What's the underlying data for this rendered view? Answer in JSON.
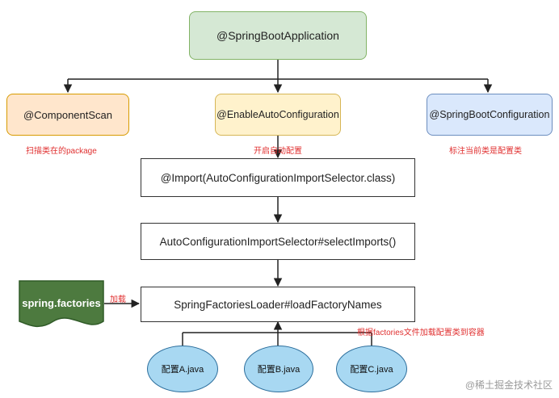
{
  "colors": {
    "app_fill": "#d5e8d4",
    "app_border": "#82b366",
    "scan_fill": "#ffe6cc",
    "scan_border": "#d79b00",
    "enable_fill": "#fff2cc",
    "enable_border": "#d6b656",
    "config_fill": "#dae8fc",
    "config_border": "#6c8ebf",
    "factories_fill": "#4d7a3f",
    "note_red": "#e03030",
    "java_fill": "#a8d8f2",
    "java_border": "#2c6e9c"
  },
  "nodes": {
    "app": "@SpringBootApplication",
    "scan": "@ComponentScan",
    "enable": "@EnableAutoConfiguration",
    "config": "@SpringBootConfiguration",
    "import": "@Import(AutoConfigurationImportSelector.class)",
    "selector": "AutoConfigurationImportSelector#selectImports()",
    "loader": "SpringFactoriesLoader#loadFactoryNames",
    "factories": "spring.factories",
    "java_a": "配置A.java",
    "java_b": "配置B.java",
    "java_c": "配置C.java"
  },
  "notes": {
    "scan": "扫描类在的package",
    "enable": "开启自动配置",
    "config": "标注当前类是配置类",
    "load": "加载",
    "loader": "根据factories文件加载配置类到容器"
  },
  "watermark": "@稀土掘金技术社区"
}
